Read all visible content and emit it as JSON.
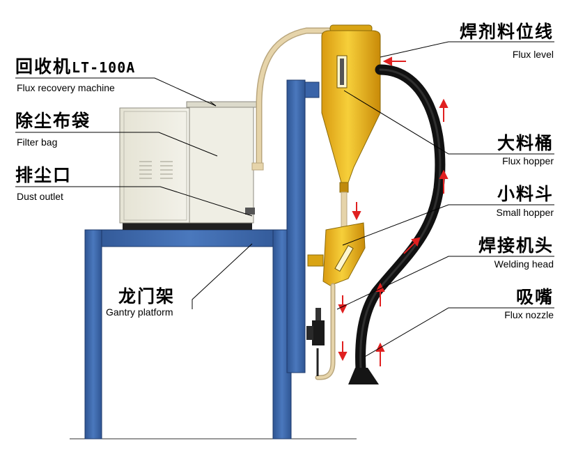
{
  "labels": {
    "recovery_machine_zh": "回收机",
    "recovery_machine_model": "LT-100A",
    "recovery_machine_en": "Flux recovery machine",
    "filter_bag_zh": "除尘布袋",
    "filter_bag_en": "Filter bag",
    "dust_outlet_zh": "排尘口",
    "dust_outlet_en": "Dust outlet",
    "gantry_zh": "龙门架",
    "gantry_en": "Gantry platform",
    "flux_level_zh": "焊剂料位线",
    "flux_level_en": "Flux level",
    "flux_hopper_zh": "大料桶",
    "flux_hopper_en": "Flux hopper",
    "small_hopper_zh": "小料斗",
    "small_hopper_en": "Small hopper",
    "welding_head_zh": "焊接机头",
    "welding_head_en": "Welding head",
    "flux_nozzle_zh": "吸嘴",
    "flux_nozzle_en": "Flux nozzle"
  },
  "colors": {
    "gantry": "#3a64a8",
    "hopper": "#f2c229",
    "machine": "#ecebdf",
    "hose": "#1a1a1a",
    "pipe": "#e2cfa5",
    "arrow": "#e02020"
  }
}
